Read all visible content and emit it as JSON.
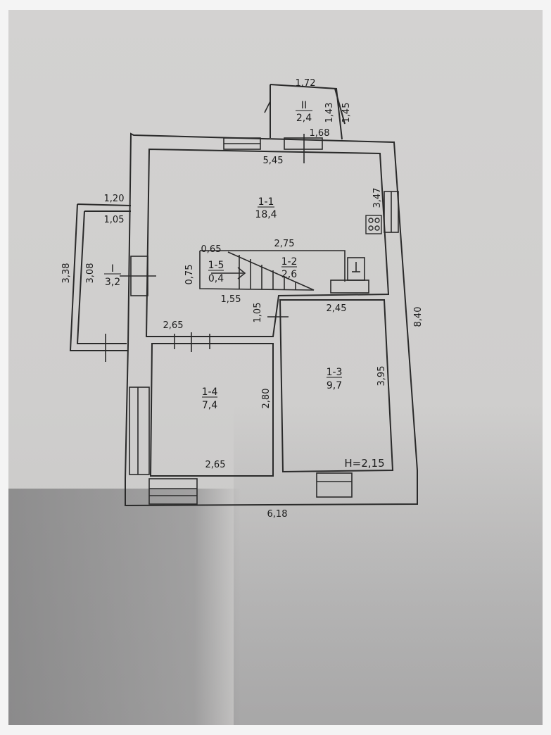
{
  "rooms": {
    "r11": {
      "number": "1-1",
      "area": "18,4"
    },
    "r12": {
      "number": "1-2",
      "area": "2,6"
    },
    "r13": {
      "number": "1-3",
      "area": "9,7"
    },
    "r14": {
      "number": "1-4",
      "area": "7,4"
    },
    "r15": {
      "number": "1-5",
      "area": "0,4"
    },
    "porch1": {
      "number": "I",
      "area": "3,2"
    },
    "porch2": {
      "number": "II",
      "area": "2,4"
    }
  },
  "dims": {
    "top_porch_width": "1,72",
    "top_porch_side": "1,43",
    "top_porch_side_outer": "1,45",
    "top_porch_inner": "1,68",
    "room11_width": "5,45",
    "room11_right": "3,47",
    "left_porch_outer": "1,20",
    "left_porch_inner": "1,05",
    "left_porch_height_outer": "3,38",
    "left_porch_height_inner": "3,08",
    "stair_top": "0,65",
    "stair_len": "2,75",
    "stair_side": "0,75",
    "stair_bottom": "1,55",
    "corridor": "1,05",
    "room13_top": "2,45",
    "room14_top": "2,65",
    "room14_side": "2,80",
    "room14_bottom": "2,65",
    "room13_side": "3,95",
    "total_depth": "8,40",
    "total_width": "6,18",
    "ceiling_height": "H=2,15"
  }
}
